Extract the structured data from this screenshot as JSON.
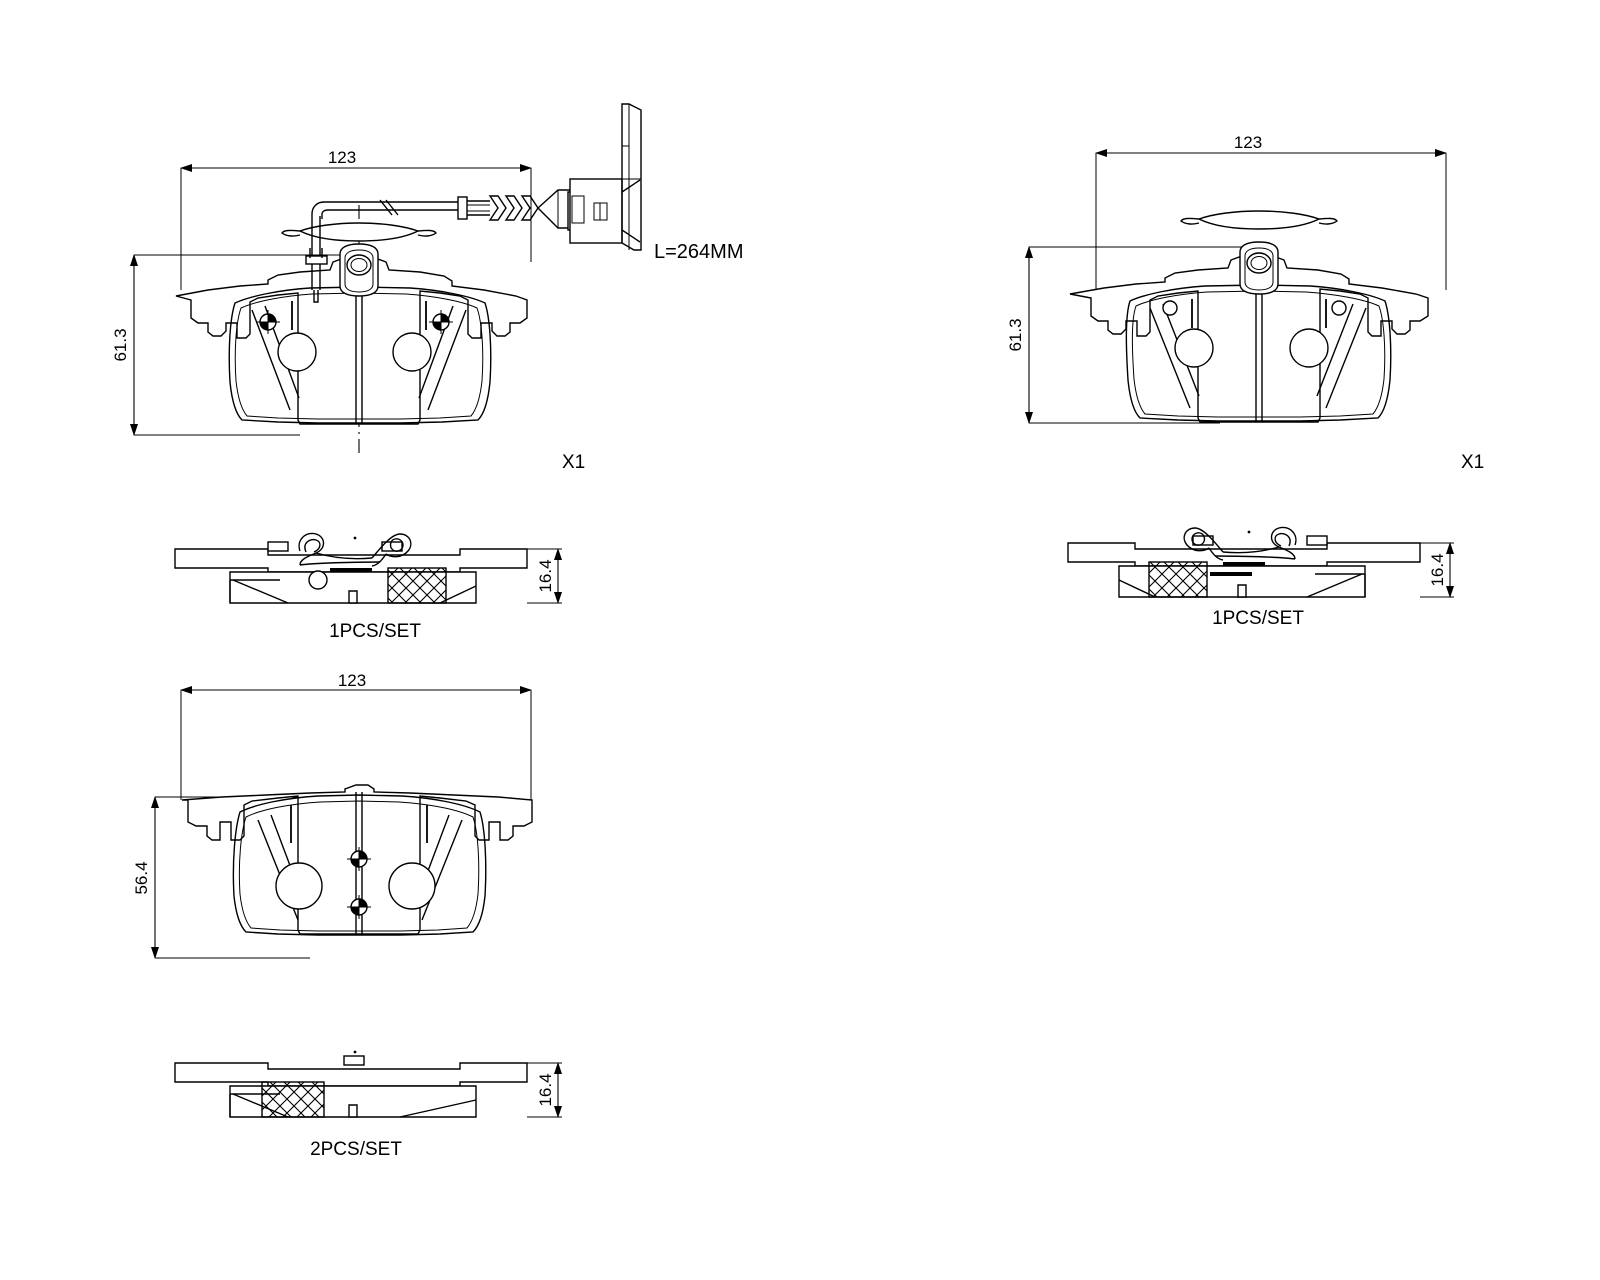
{
  "drawing": {
    "title": "Brake Pad Set Technical Drawing",
    "type": "engineering-line-drawing",
    "background_color": "#ffffff",
    "line_color": "#000000"
  },
  "views": [
    {
      "id": "top-left-pad",
      "name": "Rear brake pad with wear sensor - face view",
      "position": "top-left",
      "dimensions": {
        "width": "123",
        "height": "61.3"
      },
      "quantity_label": "X1",
      "sensor": {
        "label": "L=264MM",
        "name": "brake-wear-sensor-cable"
      },
      "features": [
        "retaining-clip",
        "wear-sensor",
        "two-large-holes",
        "two-crosshair-holes",
        "center-slot"
      ]
    },
    {
      "id": "top-right-pad",
      "name": "Rear brake pad - face view",
      "position": "top-right",
      "dimensions": {
        "width": "123",
        "height": "61.3"
      },
      "quantity_label": "X1",
      "features": [
        "retaining-clip",
        "two-large-holes",
        "two-small-holes",
        "center-slot"
      ]
    },
    {
      "id": "bottom-left-pad",
      "name": "Brake pad - face view",
      "position": "bottom-left",
      "dimensions": {
        "width": "123",
        "height": "56.4"
      },
      "quantity_label": "",
      "features": [
        "two-large-holes",
        "two-crosshair-holes",
        "center-slot"
      ]
    }
  ],
  "section_views": [
    {
      "id": "section-left-top",
      "name": "Side section view with clip - left top",
      "thickness": "16.4",
      "set_label": "1PCS/SET",
      "hatch": "friction-material-hatch"
    },
    {
      "id": "section-right-top",
      "name": "Side section view with clip - right top",
      "thickness": "16.4",
      "set_label": "1PCS/SET",
      "hatch": "friction-material-hatch"
    },
    {
      "id": "section-bottom",
      "name": "Side section view - bottom",
      "thickness": "16.4",
      "set_label": "2PCS/SET",
      "hatch": "friction-material-hatch"
    }
  ],
  "labels": {
    "width_123": "123",
    "height_613": "61.3",
    "height_564": "56.4",
    "thickness_164": "16.4",
    "qty_x1": "X1",
    "set_1pcs": "1PCS/SET",
    "set_2pcs": "2PCS/SET",
    "sensor_length": "L=264MM"
  }
}
